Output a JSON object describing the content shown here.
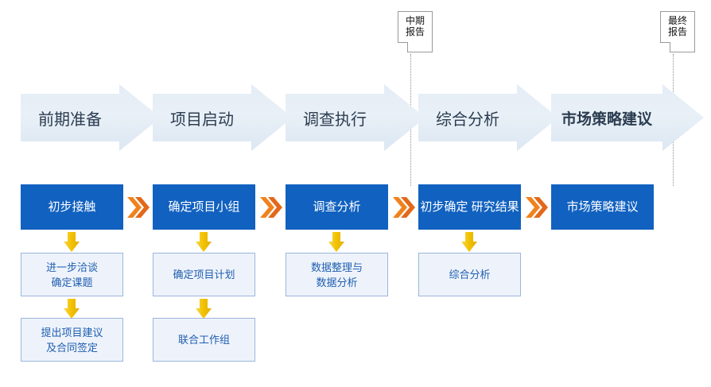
{
  "diagram": {
    "title_row": {
      "phases": [
        {
          "label": "前期准备"
        },
        {
          "label": "项目启动"
        },
        {
          "label": "调查执行"
        },
        {
          "label": "综合分析"
        },
        {
          "label": "市场策略建议"
        }
      ]
    },
    "milestones": [
      {
        "name": "中期报告",
        "line1": "中期",
        "line2": "报告"
      },
      {
        "name": "最终报告",
        "line1": "最终",
        "line2": "报告"
      }
    ],
    "columns": [
      {
        "primary": "初步接触",
        "steps": [
          "进一步洽谈\n确定课题",
          "提出项目建议\n及合同签定"
        ]
      },
      {
        "primary": "确定项目小组",
        "steps": [
          "确定项目计划",
          "联合工作组"
        ]
      },
      {
        "primary": "调查分析",
        "steps": [
          "数据整理与\n数据分析"
        ]
      },
      {
        "primary": "初步确定\n研究结果",
        "steps": [
          "综合分析"
        ]
      },
      {
        "primary": "市场策略建议",
        "steps": []
      }
    ],
    "colors": {
      "primary_blue": "#1161c0",
      "primary_text": "#ffffff",
      "sub_fill": "#eef3fb",
      "sub_border": "#9ab6dc",
      "sub_text": "#1f5eb0",
      "phase_fill": "#e4ecf5",
      "phase_text": "#2b3c50",
      "chevron_orange": "#f0821e",
      "chevron_orange_dark": "#e2691a",
      "gold_arrow": "#f2c200",
      "note_border": "#9a9a9a",
      "dotted_line": "#8d8d8d",
      "page_bg": "#ffffff"
    }
  }
}
